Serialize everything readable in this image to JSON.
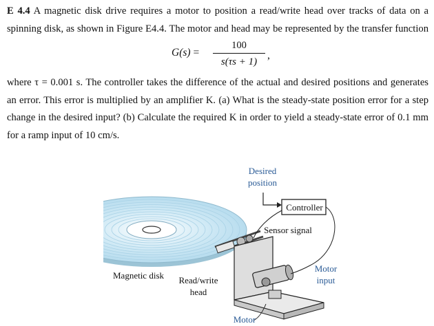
{
  "problem": {
    "number": "E 4.4",
    "text_part1": " A magnetic disk drive requires a motor to position a read/write head over tracks of data on a spinning disk, as shown in Figure E4.4. The motor and head may be represented by the transfer function",
    "equation": {
      "lhs": "G(s)",
      "equals": "=",
      "numerator": "100",
      "denominator": "s(τs + 1)",
      "comma": ","
    },
    "text_part2": "where τ = 0.001 s. The controller takes the difference of the actual and desired positions and generates an error. This error is multiplied by an amplifier K. (a) What is the steady-state position error for a step change in the desired input? (b) Calculate the required K in order to yield a steady-state error of 0.1 mm for a ramp input of 10 cm/s."
  },
  "figure": {
    "labels": {
      "desired_position_line1": "Desired",
      "desired_position_line2": "position",
      "controller": "Controller",
      "sensor_signal": "Sensor signal",
      "magnetic_disk": "Magnetic disk",
      "read_write_head_line1": "Read/write",
      "read_write_head_line2": "head",
      "motor_input_line1": "Motor",
      "motor_input_line2": "input",
      "motor": "Motor"
    },
    "colors": {
      "label_blue": "#2a5b96",
      "disk_face": "#c7e6f4",
      "disk_edge": "#8fb9cd",
      "mount_gray": "#d9d9d9"
    }
  }
}
